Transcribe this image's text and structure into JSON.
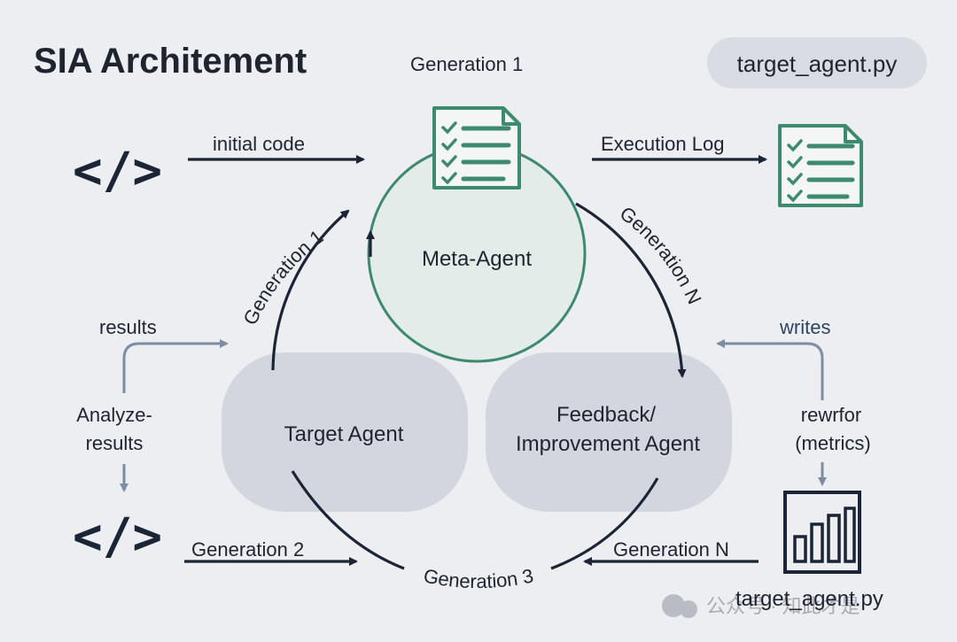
{
  "title": "SIA Architement",
  "header": {
    "generation_label": "Generation 1",
    "file_badge": "target_agent.py"
  },
  "top_flow": {
    "input_label": "initial code",
    "output_label": "Execution Log"
  },
  "nodes": {
    "meta_agent": "Meta-Agent",
    "target_agent": "Target Agent",
    "feedback_agent_line1": "Feedback/",
    "feedback_agent_line2": "Improvement Agent"
  },
  "cycle_labels": {
    "left_arc": "Generation 1",
    "right_arc": "Generation N",
    "bottom_arc": "Generation 3",
    "bottom_left": "Generation 2",
    "bottom_right": "Generation N"
  },
  "left_side": {
    "results": "results",
    "analyze_line1": "Analyze-",
    "analyze_line2": "results"
  },
  "right_side": {
    "writes": "writes",
    "reward_line1": "rewrfor",
    "reward_line2": "(metrics)"
  },
  "footer": {
    "file_label": "target_agent.py",
    "watermark": "公众号 · 知此才是"
  },
  "icons": {
    "code": "</>"
  },
  "colors": {
    "background": "#eceef2",
    "meta_agent_stroke": "#3e8a6e",
    "meta_agent_fill": "#e4ece9",
    "agent_pill_fill": "#d3d6df",
    "document_icon": "#3e8a6e",
    "dark_arrow": "#1b2535",
    "light_arrow": "#7d8ea3",
    "badge_fill": "#d9dce3"
  }
}
